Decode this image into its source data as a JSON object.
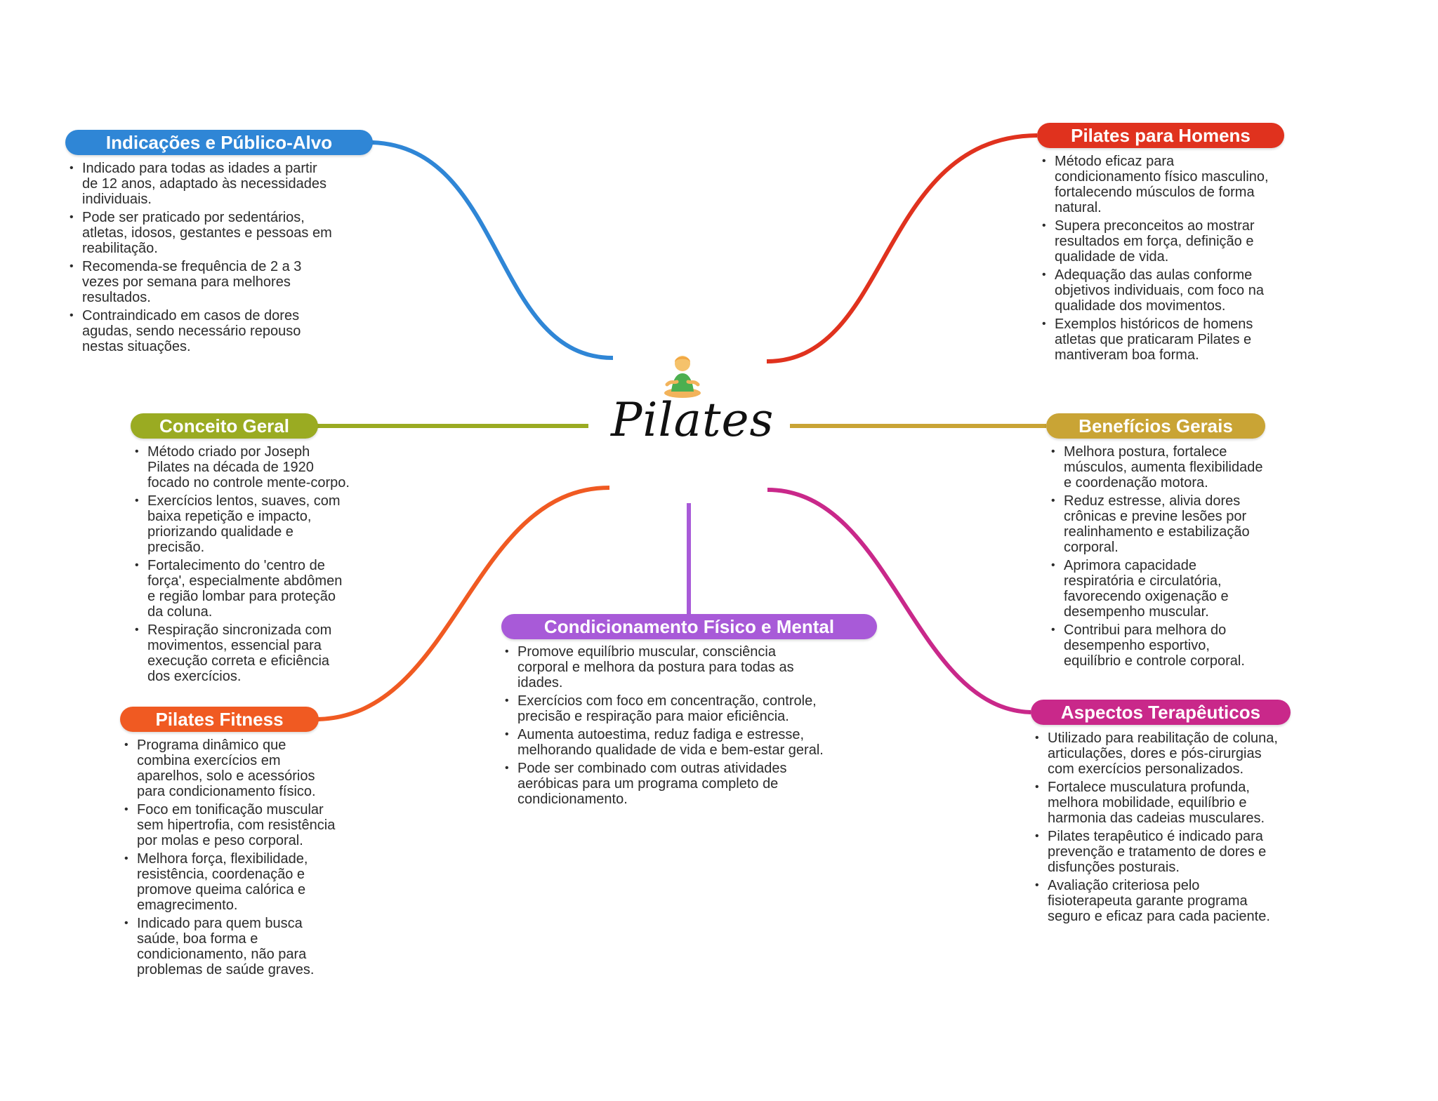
{
  "center": {
    "title": "Pilates",
    "icon": "person-meditating-icon"
  },
  "colors": {
    "indicacoes": "#2f86d6",
    "homens": "#e0321e",
    "conceito": "#9aab22",
    "beneficios": "#c9a435",
    "fitness": "#f05a22",
    "condicionamento": "#a85ad8",
    "terapeuticos": "#c9288a"
  },
  "branches": {
    "indicacoes": {
      "label": "Indicações e Público-Alvo",
      "items": [
        "Indicado para todas as idades a partir de 12 anos, adaptado às necessidades individuais.",
        "Pode ser praticado por sedentários, atletas, idosos, gestantes e pessoas em reabilitação.",
        "Recomenda-se frequência de 2 a 3 vezes por semana para melhores resultados.",
        "Contraindicado em casos de dores agudas, sendo necessário repouso nestas situações."
      ]
    },
    "homens": {
      "label": "Pilates para Homens",
      "items": [
        "Método eficaz para condicionamento físico masculino, fortalecendo músculos de forma natural.",
        "Supera preconceitos ao mostrar resultados em força, definição e qualidade de vida.",
        "Adequação das aulas conforme objetivos individuais, com foco na qualidade dos movimentos.",
        "Exemplos históricos de homens atletas que praticaram Pilates e mantiveram boa forma."
      ]
    },
    "conceito": {
      "label": "Conceito Geral",
      "items": [
        "Método criado por Joseph Pilates na década de 1920 focado no controle mente-corpo.",
        "Exercícios lentos, suaves, com baixa repetição e impacto, priorizando qualidade e precisão.",
        "Fortalecimento do 'centro de força', especialmente abdômen e região lombar para proteção da coluna.",
        "Respiração sincronizada com movimentos, essencial para execução correta e eficiência dos exercícios."
      ]
    },
    "beneficios": {
      "label": "Benefícios Gerais",
      "items": [
        "Melhora postura, fortalece músculos, aumenta flexibilidade e coordenação motora.",
        "Reduz estresse, alivia dores crônicas e previne lesões por realinhamento e estabilização corporal.",
        "Aprimora capacidade respiratória e circulatória, favorecendo oxigenação e desempenho muscular.",
        "Contribui para melhora do desempenho esportivo, equilíbrio e controle corporal."
      ]
    },
    "fitness": {
      "label": "Pilates Fitness",
      "items": [
        "Programa dinâmico que combina exercícios em aparelhos, solo e acessórios para condicionamento físico.",
        "Foco em tonificação muscular sem hipertrofia, com resistência por molas e peso corporal.",
        "Melhora força, flexibilidade, resistência, coordenação e promove queima calórica e emagrecimento.",
        "Indicado para quem busca saúde, boa forma e condicionamento, não para problemas de saúde graves."
      ]
    },
    "condicionamento": {
      "label": "Condicionamento Físico e Mental",
      "items": [
        "Promove equilíbrio muscular, consciência corporal e melhora da postura para todas as idades.",
        "Exercícios com foco em concentração, controle, precisão e respiração para maior eficiência.",
        "Aumenta autoestima, reduz fadiga e estresse, melhorando qualidade de vida e bem-estar geral.",
        "Pode ser combinado com outras atividades aeróbicas para um programa completo de condicionamento."
      ]
    },
    "terapeuticos": {
      "label": "Aspectos Terapêuticos",
      "items": [
        "Utilizado para reabilitação de coluna, articulações, dores e pós-cirurgias com exercícios personalizados.",
        "Fortalece musculatura profunda, melhora mobilidade, equilíbrio e harmonia das cadeias musculares.",
        "Pilates terapêutico é indicado para prevenção e tratamento de dores e disfunções posturais.",
        "Avaliação criteriosa pelo fisioterapeuta garante programa seguro e eficaz para cada paciente."
      ]
    }
  }
}
